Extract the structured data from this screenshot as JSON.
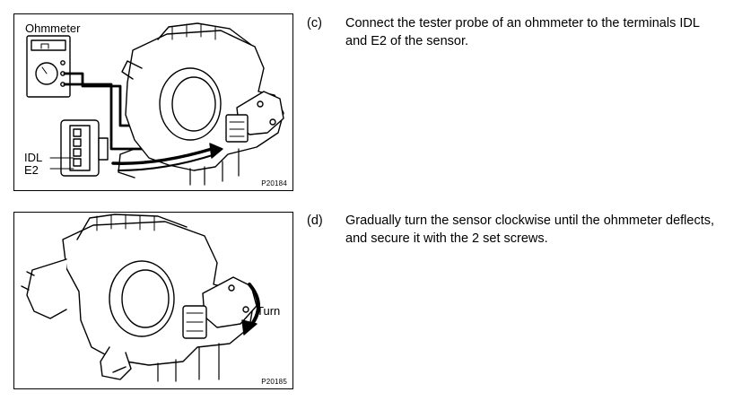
{
  "figure_top": {
    "meter_label": "Ohmmeter",
    "terminal_idl": "IDL",
    "terminal_e2": "E2",
    "code": "P20184"
  },
  "figure_bottom": {
    "turn_label": "Turn",
    "code": "P20185"
  },
  "steps": [
    {
      "mark": "(c)",
      "text": "Connect the tester probe of an ohmmeter to the terminals IDL and E2 of the sensor."
    },
    {
      "mark": "(d)",
      "text": "Gradually turn the sensor clockwise until the ohmmeter deflects, and secure it with the 2 set screws."
    }
  ]
}
